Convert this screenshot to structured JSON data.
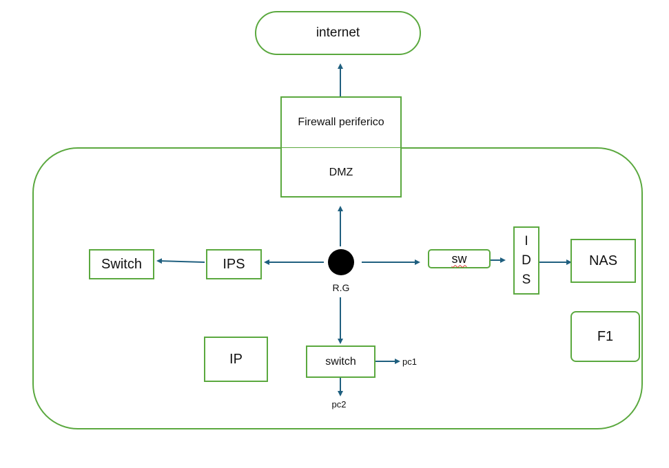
{
  "colors": {
    "node_border": "#5aa83e",
    "arrow": "#1f5f7f",
    "router_dot": "#000000",
    "spellcheck_underline": "#d9342b"
  },
  "internet": {
    "label": "internet"
  },
  "firewall": {
    "label": "Firewall periferico",
    "dmz_label": "DMZ"
  },
  "router": {
    "label": "R.G"
  },
  "left": {
    "ips_label": "IPS",
    "switch_label": "Switch"
  },
  "right": {
    "sw_label": "sw",
    "ids_letters": [
      "I",
      "D",
      "S"
    ],
    "nas_label": "NAS",
    "f1_label": "F1"
  },
  "bottom": {
    "ip_label": "IP",
    "switch_label": "switch",
    "pc1_label": "pc1",
    "pc2_label": "pc2"
  }
}
